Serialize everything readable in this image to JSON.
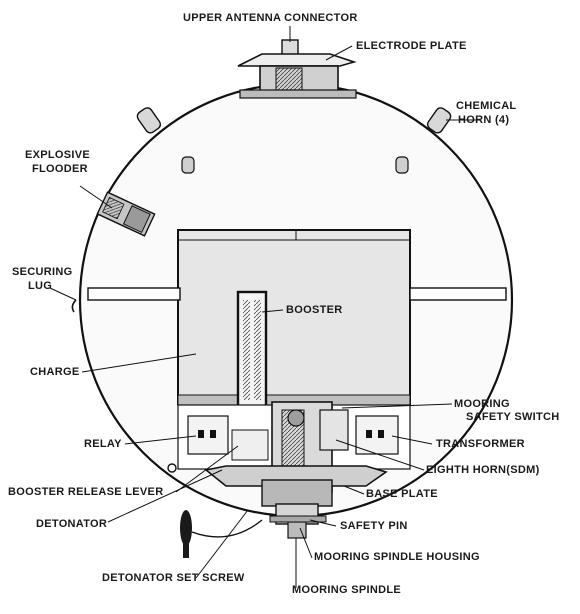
{
  "labels": {
    "upper_antenna_connector": "UPPER ANTENNA CONNECTOR",
    "electrode_plate": "ELECTRODE PLATE",
    "chemical_horn_line1": "CHEMICAL",
    "chemical_horn_line2": "HORN (4)",
    "explosive_flooder_line1": "EXPLOSIVE",
    "explosive_flooder_line2": "FLOODER",
    "securing_lug_line1": "SECURING",
    "securing_lug_line2": "LUG",
    "booster": "BOOSTER",
    "charge": "CHARGE",
    "mooring_safety_switch_line1": "MOORING",
    "mooring_safety_switch_line2": "SAFETY SWITCH",
    "relay": "RELAY",
    "transformer": "TRANSFORMER",
    "eighth_horn": "EIGHTH HORN(SDM)",
    "booster_release_lever": "BOOSTER RELEASE LEVER",
    "base_plate": "BASE PLATE",
    "detonator": "DETONATOR",
    "safety_pin": "SAFETY PIN",
    "mooring_spindle_housing": "MOORING SPINDLE HOUSING",
    "detonator_set_screw": "DETONATOR SET SCREW",
    "mooring_spindle": "MOORING SPINDLE"
  }
}
